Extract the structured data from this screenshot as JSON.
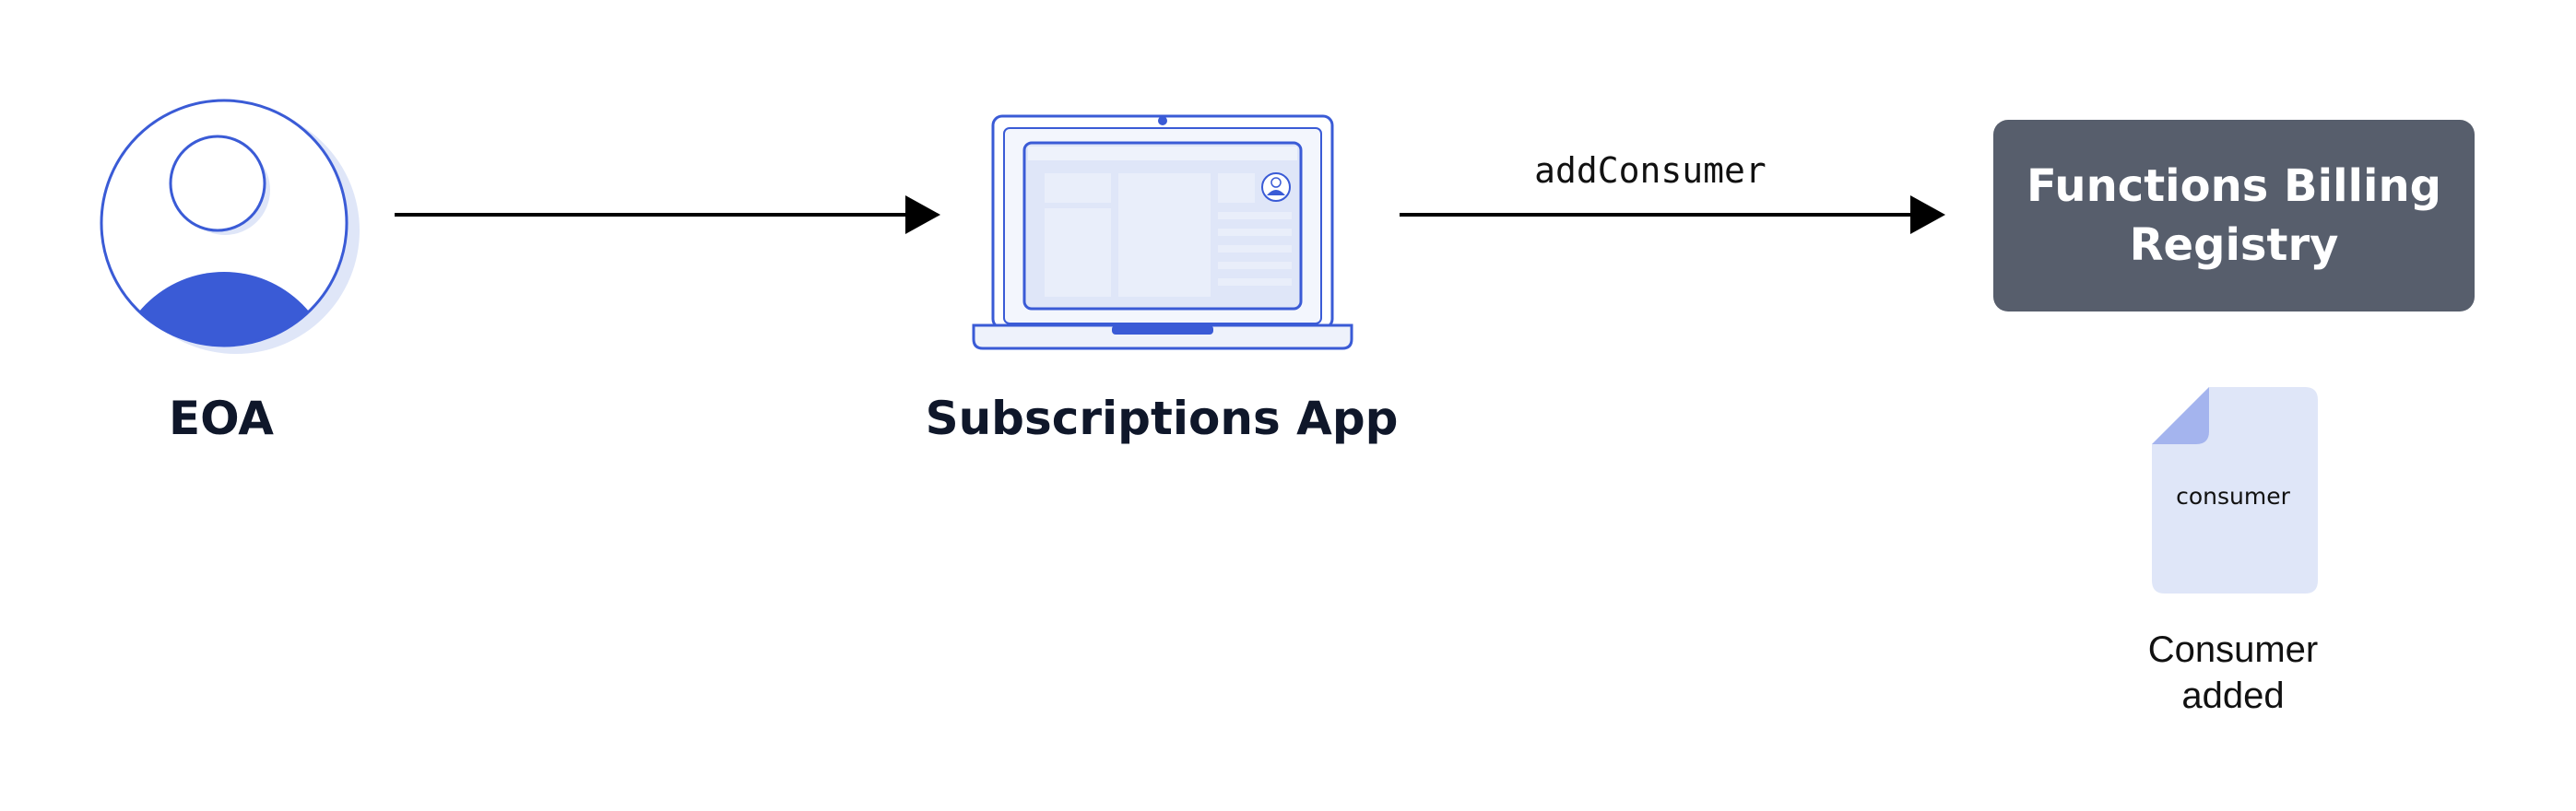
{
  "nodes": {
    "eoa": {
      "label": "EOA",
      "icon": "user-avatar-icon"
    },
    "app": {
      "label": "Subscriptions App",
      "icon": "laptop-icon"
    },
    "registry": {
      "label": "Functions Billing Registry"
    }
  },
  "edges": [
    {
      "from": "EOA",
      "to": "Subscriptions App",
      "label": ""
    },
    {
      "from": "Subscriptions App",
      "to": "Functions Billing Registry",
      "label": "addConsumer"
    }
  ],
  "document": {
    "label": "consumer",
    "icon": "document-icon"
  },
  "status": {
    "text": "Consumer\nadded"
  },
  "colors": {
    "accent": "#3a5bd6",
    "light_accent": "#dfe6f8",
    "dark_box": "#575e6c",
    "text": "#0f172a"
  }
}
